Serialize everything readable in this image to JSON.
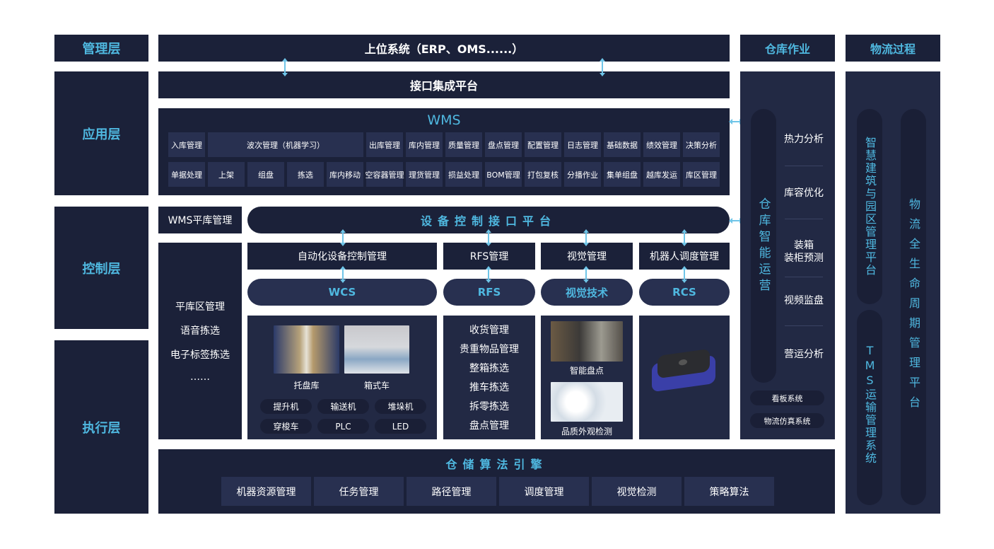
{
  "layers": {
    "management": "管理层",
    "application": "应用层",
    "control": "控制层",
    "execution": "执行层"
  },
  "top": {
    "upper_system": "上位系统（ERP、OMS......）",
    "interface_platform": "接口集成平台"
  },
  "wms": {
    "title": "WMS",
    "row1": [
      "入库管理",
      "波次管理（机器学习）",
      "出库管理",
      "库内管理",
      "质量管理",
      "盘点管理",
      "配置管理",
      "日志管理",
      "基础数据",
      "绩效管理",
      "决策分析"
    ],
    "row2": [
      "单据处理",
      "上架",
      "组盘",
      "拣选",
      "库内移动",
      "空容器管理",
      "理货管理",
      "损益处理",
      "BOM管理",
      "打包复核",
      "分播作业",
      "集单组盘",
      "越库发运",
      "库区管理"
    ]
  },
  "control": {
    "flat_wms": "WMS平库管理",
    "device_platform": "设备控制接口平台",
    "headers": [
      "自动化设备控制管理",
      "RFS管理",
      "视觉管理",
      "机器人调度管理"
    ],
    "pills": [
      "WCS",
      "RFS",
      "视觉技术",
      "RCS"
    ]
  },
  "flat_list": [
    "平库区管理",
    "语音拣选",
    "电子标签拣选",
    "……"
  ],
  "wcs": {
    "images": [
      "托盘库",
      "箱式车"
    ],
    "devices": [
      "提升机",
      "输送机",
      "堆垛机",
      "穿梭车",
      "PLC",
      "LED"
    ]
  },
  "rfs_list": [
    "收货管理",
    "贵重物品管理",
    "整箱拣选",
    "推车拣选",
    "拆零拣选",
    "盘点管理"
  ],
  "vision": [
    "智能盘点",
    "品质外观检测"
  ],
  "engine": {
    "title": "仓储算法引擎",
    "items": [
      "机器资源管理",
      "任务管理",
      "路径管理",
      "调度管理",
      "视觉检测",
      "策略算法"
    ]
  },
  "warehouse_ops": {
    "header": "仓库作业",
    "vertical": "仓库智能运营",
    "items": [
      "热力分析",
      "库容优化",
      "装箱\n装柜预测",
      "视频监盘",
      "营运分析"
    ],
    "pills": [
      "看板系统",
      "物流仿真系统"
    ]
  },
  "logistics": {
    "header": "物流过程",
    "smart": "智慧建筑与园区管理平台",
    "tms": "TMS运输管理系统",
    "lifecycle": "物流全生命周期管理平台"
  }
}
